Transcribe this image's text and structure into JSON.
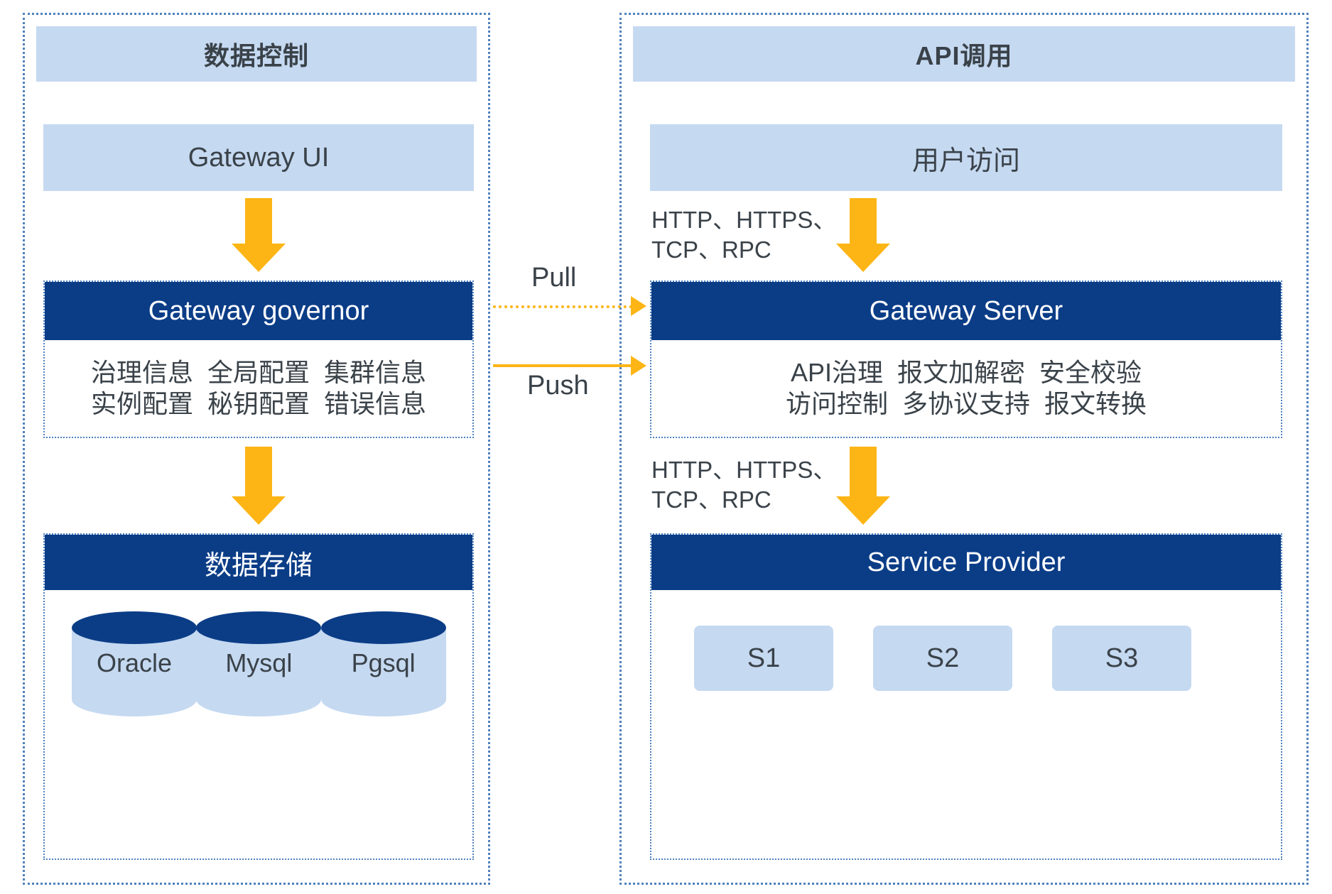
{
  "diagram": {
    "title": "API Gateway Architecture",
    "colors": {
      "panel_border": "#4f81bd",
      "light_blue": "#c5d9f1",
      "navy": "#0b3d87",
      "orange": "#FDB515",
      "text_dark": "#3a4249"
    }
  },
  "left_panel": {
    "title": "数据控制",
    "gateway_ui": "Gateway UI",
    "governor": {
      "header": "Gateway governor",
      "features_row1": [
        "治理信息",
        "全局配置",
        "集群信息"
      ],
      "features_row2": [
        "实例配置",
        "秘钥配置",
        "错误信息"
      ]
    },
    "storage": {
      "header": "数据存储",
      "databases": [
        "Oracle",
        "Mysql",
        "Pgsql"
      ]
    }
  },
  "right_panel": {
    "title": "API调用",
    "user_access": "用户访问",
    "protocol_top": "HTTP、HTTPS、\nTCP、RPC",
    "protocol_bottom": "HTTP、HTTPS、\nTCP、RPC",
    "server": {
      "header": "Gateway   Server",
      "features_row1": [
        "API治理",
        "报文加解密",
        "安全校验"
      ],
      "features_row2": [
        "访问控制",
        "多协议支持",
        "报文转换"
      ]
    },
    "provider": {
      "header": "Service Provider",
      "services": [
        "S1",
        "S2",
        "S3"
      ]
    }
  },
  "connectors": {
    "pull_label": "Pull",
    "push_label": "Push"
  }
}
